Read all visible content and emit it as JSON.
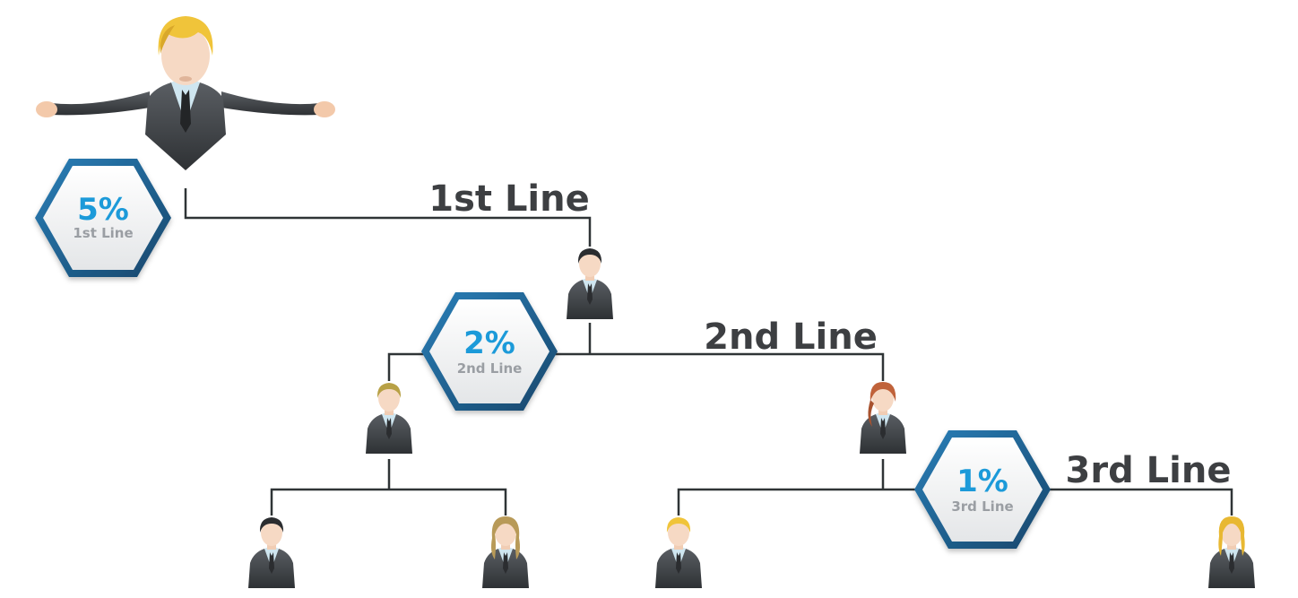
{
  "levels": [
    {
      "title": "1st Line",
      "badge_percent": "5%",
      "badge_label": "1st Line"
    },
    {
      "title": "2nd Line",
      "badge_percent": "2%",
      "badge_label": "2nd Line"
    },
    {
      "title": "3rd Line",
      "badge_percent": "1%",
      "badge_label": "3rd Line"
    }
  ],
  "colors": {
    "accent": "#1a9ad9",
    "badge_border": "#1f5f8b",
    "title_text": "#3d3f42",
    "connector": "#2f3436",
    "suit": "#4a4d52"
  },
  "people": [
    {
      "role": "sponsor",
      "hair": "blonde"
    },
    {
      "role": "first-line-member",
      "hair": "dark"
    },
    {
      "role": "second-line-member",
      "hair": "sandy"
    },
    {
      "role": "second-line-member",
      "hair": "auburn"
    },
    {
      "role": "third-line-member",
      "hair": "dark"
    },
    {
      "role": "third-line-member",
      "hair": "light-brown"
    },
    {
      "role": "third-line-member",
      "hair": "blonde"
    },
    {
      "role": "third-line-member",
      "hair": "blonde"
    }
  ]
}
